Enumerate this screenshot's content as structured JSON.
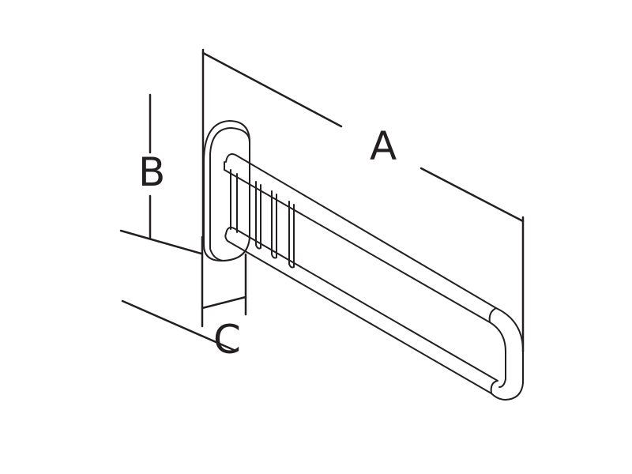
{
  "diagram": {
    "labels": {
      "a": "A",
      "b": "B",
      "c": "C"
    },
    "line_color": "#231f20"
  }
}
